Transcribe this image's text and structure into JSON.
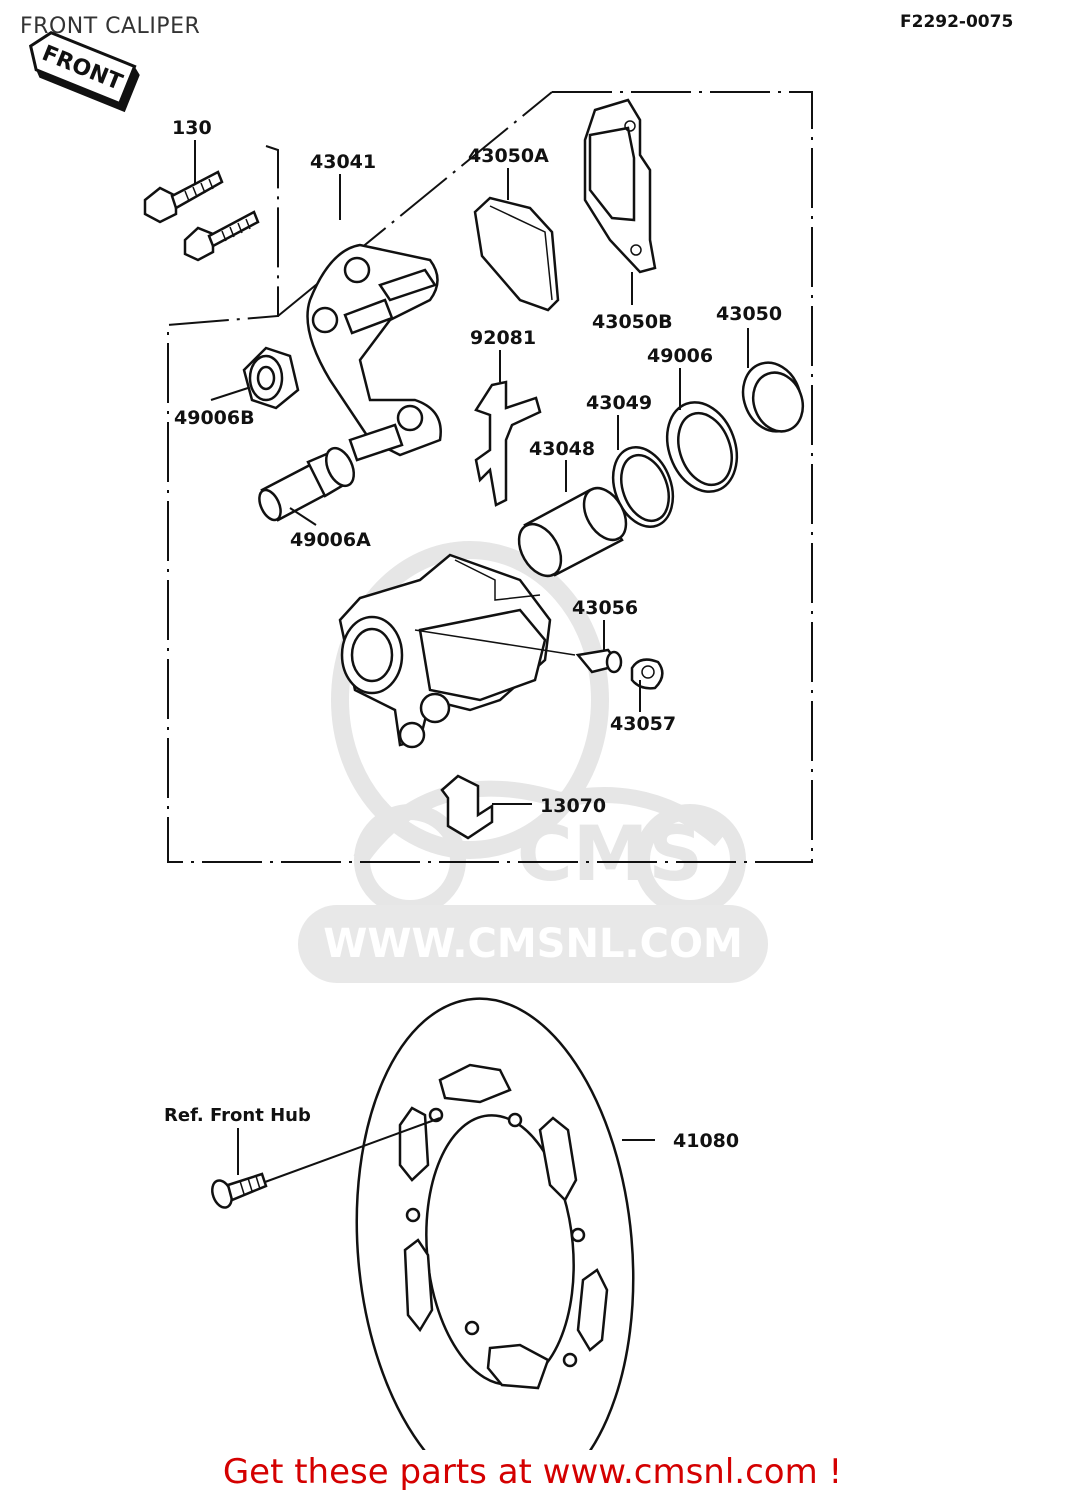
{
  "header": {
    "title": "FRONT CALIPER",
    "diagram_code": "F2292-0075"
  },
  "orientation_tag": "FRONT",
  "parts": [
    {
      "part_no": "130"
    },
    {
      "part_no": "43041"
    },
    {
      "part_no": "43050A"
    },
    {
      "part_no": "43050B"
    },
    {
      "part_no": "43050"
    },
    {
      "part_no": "92081"
    },
    {
      "part_no": "49006"
    },
    {
      "part_no": "43049"
    },
    {
      "part_no": "43048"
    },
    {
      "part_no": "49006B"
    },
    {
      "part_no": "49006A"
    },
    {
      "part_no": "43056"
    },
    {
      "part_no": "43057"
    },
    {
      "part_no": "13070"
    },
    {
      "part_no": "41080"
    }
  ],
  "reference_label": "Ref. Front Hub",
  "watermark": {
    "logo_text": "CMS",
    "url": "WWW.CMSNL.COM"
  },
  "footer": {
    "cta": "Get these parts at www.cmsnl.com !"
  },
  "colors": {
    "cta": "#d40000",
    "lines": "#111111",
    "watermark": "#e8e8e8"
  }
}
